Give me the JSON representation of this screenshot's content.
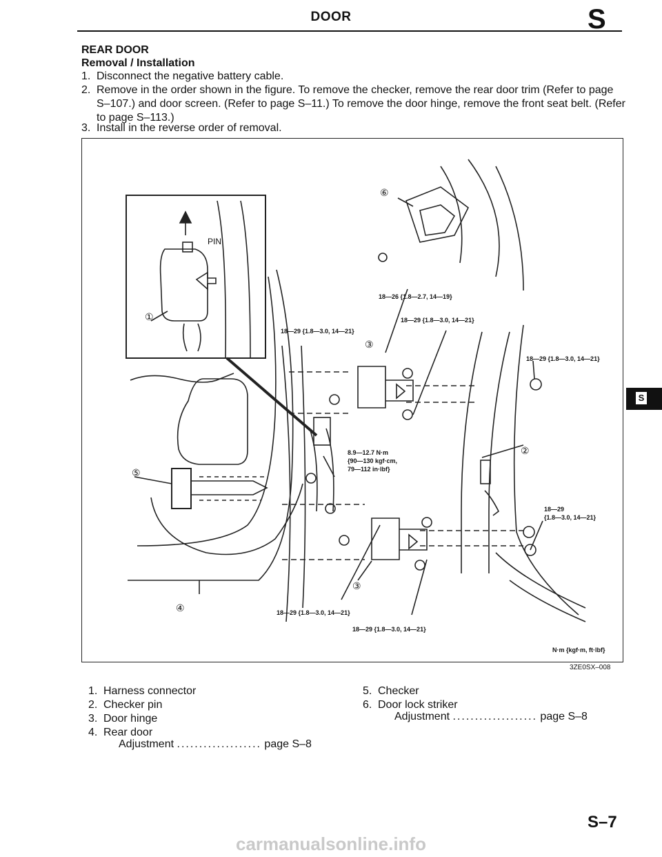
{
  "header": {
    "title": "DOOR",
    "section_letter": "S"
  },
  "section": {
    "title": "REAR DOOR",
    "subtitle": "Removal / Installation"
  },
  "steps": [
    {
      "num": "1.",
      "text": "Disconnect the negative battery cable."
    },
    {
      "num": "2.",
      "text": "Remove in the order shown in the figure. To remove the checker, remove the rear door trim (Refer to page S–107.) and door screen. (Refer to page S–11.) To remove the door hinge, remove the front seat belt. (Refer to page S–113.)"
    },
    {
      "num": "3.",
      "text": "Install in the reverse order of removal."
    }
  ],
  "figure": {
    "id": "3ZE0SX–008",
    "units": "N·m {kgf·m, ft·lbf}",
    "pin_label": "PIN",
    "callouts": [
      "①",
      "②",
      "③",
      "③",
      "④",
      "⑤",
      "⑥"
    ],
    "torques": [
      "18—26 {1.8—2.7, 14—19}",
      "18—29 {1.8—3.0, 14—21}",
      "18—29 {1.8—3.0, 14—21}",
      "18—29 {1.8—3.0, 14—21}",
      "8.9—12.7 N·m",
      "{90—130 kgf·cm,",
      "79—112 in·lbf}",
      "18—29",
      "{1.8—3.0, 14—21}",
      "18—29 {1.8—3.0, 14—21}",
      "18—29 {1.8—3.0, 14—21}"
    ]
  },
  "legend": {
    "left": [
      {
        "num": "1.",
        "label": "Harness connector"
      },
      {
        "num": "2.",
        "label": "Checker pin"
      },
      {
        "num": "3.",
        "label": "Door hinge"
      },
      {
        "num": "4.",
        "label": "Rear door"
      }
    ],
    "left_sub": {
      "label": "Adjustment",
      "dots": "...................",
      "ref": "page S–8"
    },
    "right": [
      {
        "num": "5.",
        "label": "Checker"
      },
      {
        "num": "6.",
        "label": "Door lock striker"
      }
    ],
    "right_sub": {
      "label": "Adjustment",
      "dots": "...................",
      "ref": "page S–8"
    }
  },
  "side_tab": "S",
  "page_number": "S–7",
  "watermark": "carmanualsonline.info"
}
